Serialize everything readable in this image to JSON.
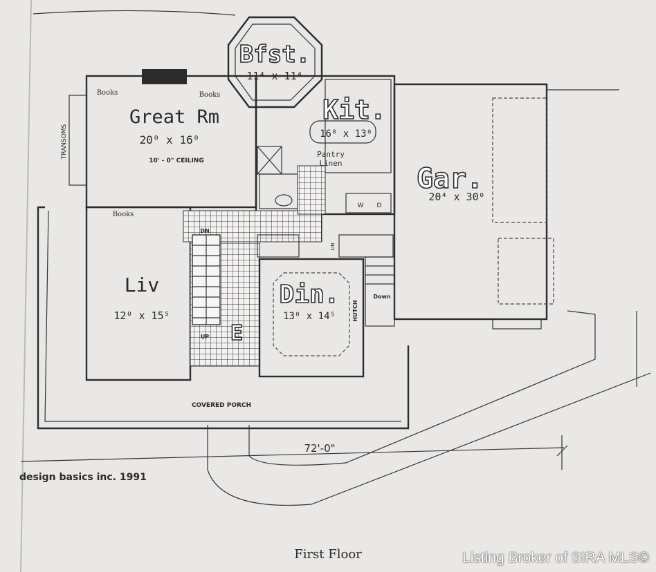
{
  "plan": {
    "rooms": {
      "breakfast": {
        "name": "Bfst.",
        "size": "11⁴ x 11⁴"
      },
      "great_room": {
        "name": "Great Rm",
        "size": "20⁰ x 16⁰",
        "note": "10' - 0\" CEILING"
      },
      "kitchen": {
        "name": "Kit.",
        "size": "16⁸ x 13⁰"
      },
      "garage": {
        "name": "Gar.",
        "size": "20⁴ x 30⁰"
      },
      "living": {
        "name": "Liv",
        "size": "12⁰ x 15⁵"
      },
      "dining": {
        "name": "Din.",
        "size": "13⁰ x 14⁵"
      }
    },
    "labels": {
      "books_1": "Books",
      "books_2": "Books",
      "books_3": "Books",
      "transoms": "TRANSOMS",
      "pantry": "Pantry",
      "linen": "Linen",
      "dn": "DN",
      "up": "UP",
      "entry": "E",
      "hutch": "HUTCH",
      "down": "Down",
      "lin": "LIN",
      "w": "W",
      "d": "D",
      "covered_porch": "COVERED PORCH",
      "dimension": "72'-0\"",
      "credit": "design basics inc. 1991"
    }
  },
  "caption": "First Floor",
  "watermark": "Listing Broker of SIRA MLS©"
}
